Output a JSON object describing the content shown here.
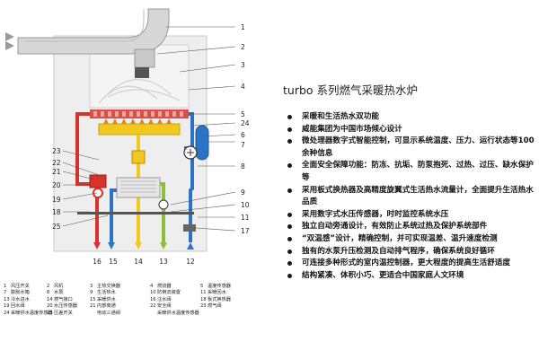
{
  "product_title": "turbo 系列燃气采暖热水炉",
  "features": [
    "采暖和生活热水双功能",
    "威能集团为中国市场倾心设计",
    "微处理器数字式智能控制，可显示系统温度、压力、运行状态等100余种信息",
    "全面安全保障功能：防冻、抗垢、防泵抱死、过热、过压、缺水保护等",
    "采用板式换热器及高精度旋翼式生活热水流量计，全面提升生活热水品质",
    "采用数字式水压传感器，时时监控系统水压",
    "独立自动旁通设计，有效防止系统过热及保护系统部件",
    "“双温感”设计，精确控制，并可实现温差、温升速度检测",
    "独有的水泵升压检测及自动排气程序，确保系统良好循环",
    "可连接多种形式的室内温控制器，更大程度的提高生活舒适度",
    "结构紧凑、体积小巧、更适合中国家庭人文环境"
  ],
  "callouts_right": [
    "1",
    "2",
    "3",
    "4",
    "5",
    "24",
    "6",
    "7",
    "8",
    "9",
    "10",
    "11",
    "17"
  ],
  "callouts_left": [
    "23",
    "22",
    "21",
    "20",
    "19",
    "18",
    "25"
  ],
  "bottom_labels": [
    "16",
    "15",
    "14",
    "13",
    "12"
  ],
  "legend": [
    {
      "n": "1",
      "t": "风压开关"
    },
    {
      "n": "2",
      "t": "风机"
    },
    {
      "n": "3",
      "t": "主热交换器"
    },
    {
      "n": "4",
      "t": "燃烧器"
    },
    {
      "n": "5",
      "t": "温度传感器"
    },
    {
      "n": "7",
      "t": "膨胀水箱"
    },
    {
      "n": "8",
      "t": "水泵"
    },
    {
      "n": "9",
      "t": "生活热水"
    },
    {
      "n": "10",
      "t": "防倒流装置"
    },
    {
      "n": "11",
      "t": "采暖回水"
    },
    {
      "n": "13",
      "t": "冷水进水"
    },
    {
      "n": "14",
      "t": "燃气接口"
    },
    {
      "n": "15",
      "t": "采暖供水"
    },
    {
      "n": "16",
      "t": "注水阀"
    },
    {
      "n": "18",
      "t": "板式换热器"
    },
    {
      "n": "19",
      "t": "回水阀"
    },
    {
      "n": "20",
      "t": "水压传感器"
    },
    {
      "n": "21",
      "t": "内部旁通"
    },
    {
      "n": "22",
      "t": "安全阀"
    },
    {
      "n": "23",
      "t": "燃气阀"
    },
    {
      "n": "24",
      "t": "采暖供水温度传感器"
    },
    {
      "n": "25",
      "t": "压差开关"
    },
    {
      "n": "",
      "t": "电动三通阀"
    },
    {
      "n": "",
      "t": "采暖供水温度传感器"
    },
    {
      "n": "",
      "t": ""
    }
  ],
  "colors": {
    "red_pipe": "#d9312b",
    "blue_pipe": "#2a73c5",
    "yellow_pipe": "#f2c81e",
    "green_pipe": "#8cbf3c",
    "duct": "#d9d9d9",
    "boiler_bg": "#ececec"
  }
}
